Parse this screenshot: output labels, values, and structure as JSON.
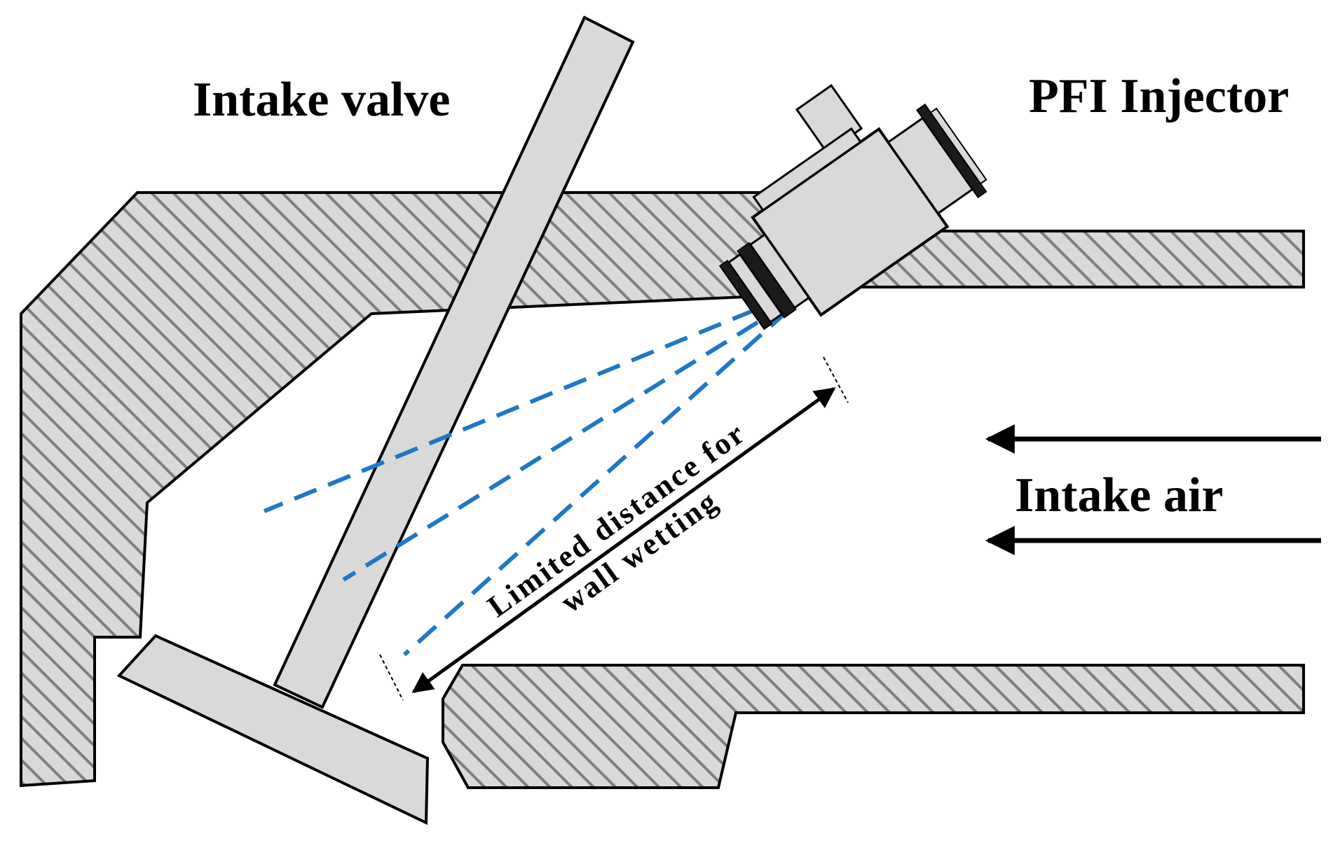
{
  "labels": {
    "intake_valve": "Intake valve",
    "injector": "PFI Injector",
    "intake_air": "Intake air",
    "distance_line1": "Limited distance for",
    "distance_line2": "wall wetting"
  },
  "colors": {
    "hatch_fill": "#d9d9d9",
    "hatch_line": "#7f7f7f",
    "component_fill": "#d9d9d9",
    "outline": "#000000",
    "spray": "#1f77c8",
    "background": "#ffffff"
  }
}
